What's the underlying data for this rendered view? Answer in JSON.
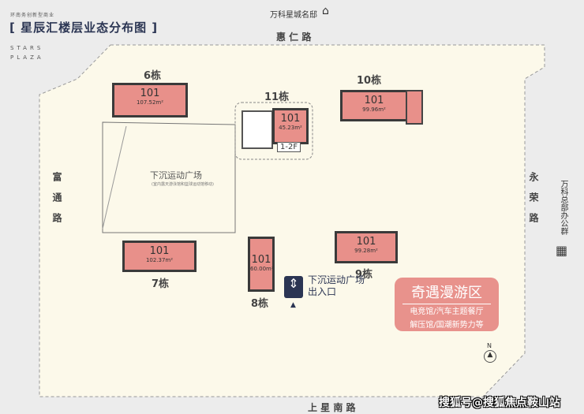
{
  "header": {
    "subtitle": "环南务创新型商业",
    "title": "[ 星辰汇楼层业态分布图 ]",
    "brand_line1": "STARS",
    "brand_line2": "PLAZA"
  },
  "landmarks": {
    "north": "万科星城名邸",
    "east": "万科总部办公群"
  },
  "roads": {
    "north": "惠 仁 路",
    "south": "上 星 南 路",
    "west": "富通路",
    "east": "永荣路"
  },
  "plaza": {
    "title": "下沉运动广场",
    "note": "(室内露天游泳馆和篮球运动馆移动)"
  },
  "buildings": [
    {
      "name": "6栋",
      "unit": "101",
      "area": "107.52m²"
    },
    {
      "name": "11栋",
      "unit": "101",
      "area": "45.23m²",
      "floors": "1-2F"
    },
    {
      "name": "10栋",
      "unit": "101",
      "area": "99.96m²"
    },
    {
      "name": "7栋",
      "unit": "101",
      "area": "102.37m²"
    },
    {
      "name": "8栋",
      "unit": "101",
      "area": "60.00m²"
    },
    {
      "name": "9栋",
      "unit": "101",
      "area": "99.28m²"
    }
  ],
  "entrance": {
    "line1": "下沉运动广场",
    "line2": "出入口"
  },
  "zone": {
    "title": "奇遇漫游区",
    "line1": "电竞馆/汽车主题餐厅",
    "line2": "解压馆/国潮新势力等",
    "color": "#e8928c"
  },
  "compass": "N",
  "watermark": "搜狐号@搜狐焦点鞍山站"
}
